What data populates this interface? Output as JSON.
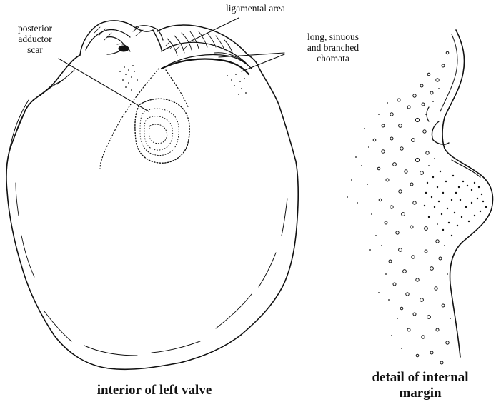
{
  "labels": {
    "ligamental_area": "ligamental area",
    "posterior_adductor_scar": [
      "posterior",
      "adductor",
      "scar"
    ],
    "chomata": [
      "long, sinuous",
      "and branched",
      "chomata"
    ]
  },
  "captions": {
    "left": "interior of left valve",
    "right": [
      "detail of internal",
      "margin"
    ]
  },
  "colors": {
    "ink": "#111111",
    "background": "#ffffff"
  }
}
